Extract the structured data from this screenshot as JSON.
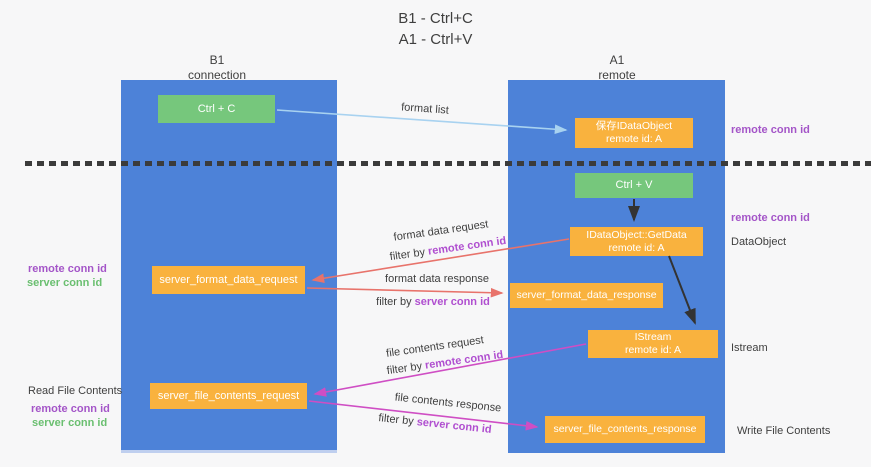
{
  "title": {
    "line1": "B1 - Ctrl+C",
    "line2": "A1 - Ctrl+V"
  },
  "columns": {
    "left": {
      "name": "B1",
      "role": "connection"
    },
    "right": {
      "name": "A1",
      "role": "remote"
    }
  },
  "nodes": {
    "ctrl_c": {
      "label": "Ctrl + C"
    },
    "save_idataobject": {
      "line1": "保存IDataObject",
      "line2": "remote id: A"
    },
    "ctrl_v": {
      "label": "Ctrl + V"
    },
    "getdata": {
      "line1": "IDataObject::GetData",
      "line2": "remote id: A"
    },
    "server_format_data_request": {
      "label": "server_format_data_request"
    },
    "server_format_data_response": {
      "label": "server_format_data_response"
    },
    "istream": {
      "line1": "IStream",
      "line2": "remote id: A"
    },
    "server_file_contents_request": {
      "label": "server_file_contents_request"
    },
    "server_file_contents_response": {
      "label": "server_file_contents_response"
    }
  },
  "arrow_labels": {
    "format_list": "format list",
    "format_data_request": "format data request",
    "format_data_response": "format data response",
    "file_contents_request": "file contents request",
    "file_contents_response": "file contents response",
    "filter_prefix": "filter by ",
    "remote_conn_id": "remote conn id",
    "server_conn_id": "server conn id"
  },
  "side_labels": {
    "remote_conn_id": "remote conn id",
    "server_conn_id": "server conn id",
    "dataobject": "DataObject",
    "istream": "Istream",
    "read_file_contents": "Read File Contents",
    "write_file_contents": "Write File Contents"
  },
  "colors": {
    "bg": "#f7f7f8",
    "text_dark": "#3f3f3f",
    "column_blue": "#4d82d8",
    "box_green": "#76c77c",
    "box_orange": "#f9b23e",
    "arrow_lightblue": "#a8d2f0",
    "arrow_red": "#e8736b",
    "arrow_magenta": "#cf4ec4",
    "arrow_black": "#333333",
    "text_purple": "#a455c8",
    "text_green": "#6abf70",
    "filter_purple": "#b04fd0",
    "dash_color": "#3b3b3b"
  }
}
